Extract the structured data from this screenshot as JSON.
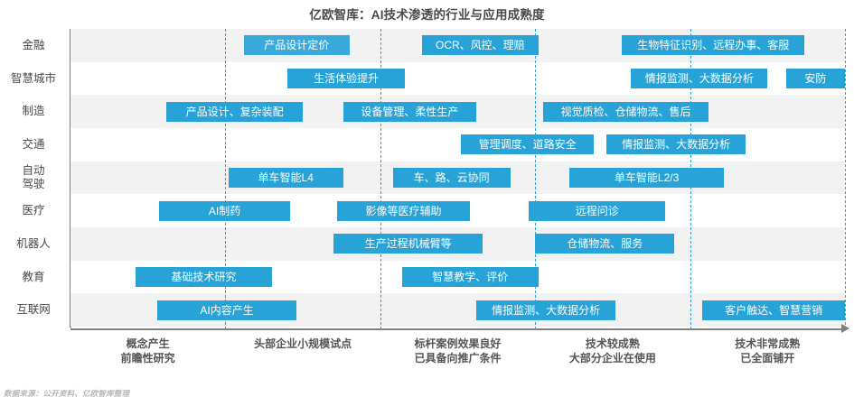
{
  "title": "亿欧智库：AI技术渗透的行业与应用成熟度",
  "footer": {
    "source": "数据来源：公开资料、亿欧智库整理"
  },
  "colors": {
    "bar": "#28a3d8",
    "bar_light": "#3aaadd",
    "gridline": "#2e9fd4",
    "axis": "#808080",
    "band_shaded": "#f2f2f2",
    "band_plain": "#ffffff",
    "text": "#4a4a4a",
    "footer_text": "#b8b8b8"
  },
  "chart_data": {
    "type": "bar",
    "title": "亿欧智库：AI技术渗透的行业与应用成熟度",
    "xlabel": "",
    "ylabel": "",
    "orientation": "horizontal",
    "grid": "vertical-dashed",
    "legend": "none",
    "xlim": [
      0,
      5
    ],
    "x_stage_labels": [
      {
        "line1": "概念产生",
        "line2": "前瞻性研究"
      },
      {
        "line1": "头部企业小规模试点",
        "line2": ""
      },
      {
        "line1": "标杆案例效果良好",
        "line2": "已具备向推广条件"
      },
      {
        "line1": "技术较成熟",
        "line2": "大部分企业在使用"
      },
      {
        "line1": "技术非常成熟",
        "line2": "已全面铺开"
      }
    ],
    "categories": [
      "金融",
      "智慧城市",
      "制造",
      "交通",
      "自动驾驶",
      "医疗",
      "机器人",
      "教育",
      "互联网"
    ],
    "category_labels": [
      {
        "line1": "金融",
        "line2": ""
      },
      {
        "line1": "智慧城市",
        "line2": ""
      },
      {
        "line1": "制造",
        "line2": ""
      },
      {
        "line1": "交通",
        "line2": ""
      },
      {
        "line1": "自动",
        "line2": "驾驶"
      },
      {
        "line1": "医疗",
        "line2": ""
      },
      {
        "line1": "机器人",
        "line2": ""
      },
      {
        "line1": "教育",
        "line2": ""
      },
      {
        "line1": "互联网",
        "line2": ""
      }
    ],
    "items": [
      {
        "row": 0,
        "label": "产品设计定价",
        "x0": 1.12,
        "x1": 1.8,
        "shade": "light"
      },
      {
        "row": 0,
        "label": "OCR、风控、理赔",
        "x0": 2.27,
        "x1": 3.02,
        "shade": "normal"
      },
      {
        "row": 0,
        "label": "生物特征识别、远程办事、客服",
        "x0": 3.56,
        "x1": 4.74,
        "shade": "normal"
      },
      {
        "row": 1,
        "label": "生活体验提升",
        "x0": 1.4,
        "x1": 2.16,
        "shade": "normal"
      },
      {
        "row": 1,
        "label": "情报监测、大数据分析",
        "x0": 3.62,
        "x1": 4.5,
        "shade": "normal"
      },
      {
        "row": 1,
        "label": "安防",
        "x0": 4.62,
        "x1": 5.0,
        "shade": "normal"
      },
      {
        "row": 2,
        "label": "产品设计、复杂装配",
        "x0": 0.62,
        "x1": 1.5,
        "shade": "normal"
      },
      {
        "row": 2,
        "label": "设备管理、柔性生产",
        "x0": 1.76,
        "x1": 2.62,
        "shade": "normal"
      },
      {
        "row": 2,
        "label": "视觉质检、仓储物流、售后",
        "x0": 3.05,
        "x1": 4.12,
        "shade": "normal"
      },
      {
        "row": 3,
        "label": "管理调度、道路安全",
        "x0": 2.52,
        "x1": 3.38,
        "shade": "normal"
      },
      {
        "row": 3,
        "label": "情报监测、大数据分析",
        "x0": 3.46,
        "x1": 4.36,
        "shade": "normal"
      },
      {
        "row": 4,
        "label": "单车智能L4",
        "x0": 1.02,
        "x1": 1.76,
        "shade": "normal"
      },
      {
        "row": 4,
        "label": "车、路、云协同",
        "x0": 2.08,
        "x1": 2.84,
        "shade": "normal"
      },
      {
        "row": 4,
        "label": "单车智能L2/3",
        "x0": 3.22,
        "x1": 4.22,
        "shade": "normal"
      },
      {
        "row": 5,
        "label": "AI制药",
        "x0": 0.57,
        "x1": 1.42,
        "shade": "normal"
      },
      {
        "row": 5,
        "label": "影像等医疗辅助",
        "x0": 1.72,
        "x1": 2.58,
        "shade": "normal"
      },
      {
        "row": 5,
        "label": "远程问诊",
        "x0": 2.96,
        "x1": 3.84,
        "shade": "normal"
      },
      {
        "row": 6,
        "label": "生产过程机械臂等",
        "x0": 1.7,
        "x1": 2.66,
        "shade": "normal"
      },
      {
        "row": 6,
        "label": "仓储物流、服务",
        "x0": 3.0,
        "x1": 3.9,
        "shade": "normal"
      },
      {
        "row": 7,
        "label": "基础技术研究",
        "x0": 0.42,
        "x1": 1.3,
        "shade": "normal"
      },
      {
        "row": 7,
        "label": "智慧教学、评价",
        "x0": 2.14,
        "x1": 3.02,
        "shade": "normal"
      },
      {
        "row": 8,
        "label": "AI内容产生",
        "x0": 0.56,
        "x1": 1.46,
        "shade": "normal"
      },
      {
        "row": 8,
        "label": "情报监测、大数据分析",
        "x0": 2.62,
        "x1": 3.52,
        "shade": "normal"
      },
      {
        "row": 8,
        "label": "客户触达、智慧营销",
        "x0": 4.08,
        "x1": 5.0,
        "shade": "normal"
      }
    ]
  }
}
